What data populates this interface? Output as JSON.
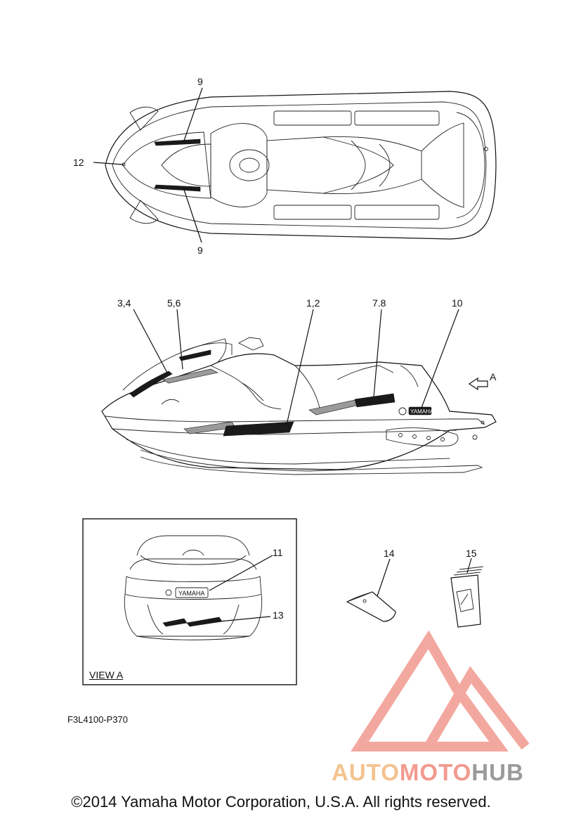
{
  "diagram": {
    "top_view_callouts": [
      "9",
      "12",
      "9"
    ],
    "side_view_callouts": [
      "3,4",
      "5,6",
      "1,2",
      "7.8",
      "10"
    ],
    "arrow_label": "A",
    "view_a_callouts": [
      "11",
      "13"
    ],
    "view_a_label": "VIEW A",
    "parts_callouts": [
      "14",
      "15"
    ],
    "brand_plate_text": "YAMAHA",
    "drawing_code": "F3L4100-P370"
  },
  "watermark": {
    "part1": "AUTO",
    "part2": "MOTO",
    "part3": "HUB",
    "colors": {
      "logo": "#f29a8f",
      "auto": "#f3c38f",
      "hub": "#9a9a9a"
    }
  },
  "footer": {
    "copyright": "©2014 Yamaha Motor Corporation, U.S.A. All rights reserved."
  }
}
